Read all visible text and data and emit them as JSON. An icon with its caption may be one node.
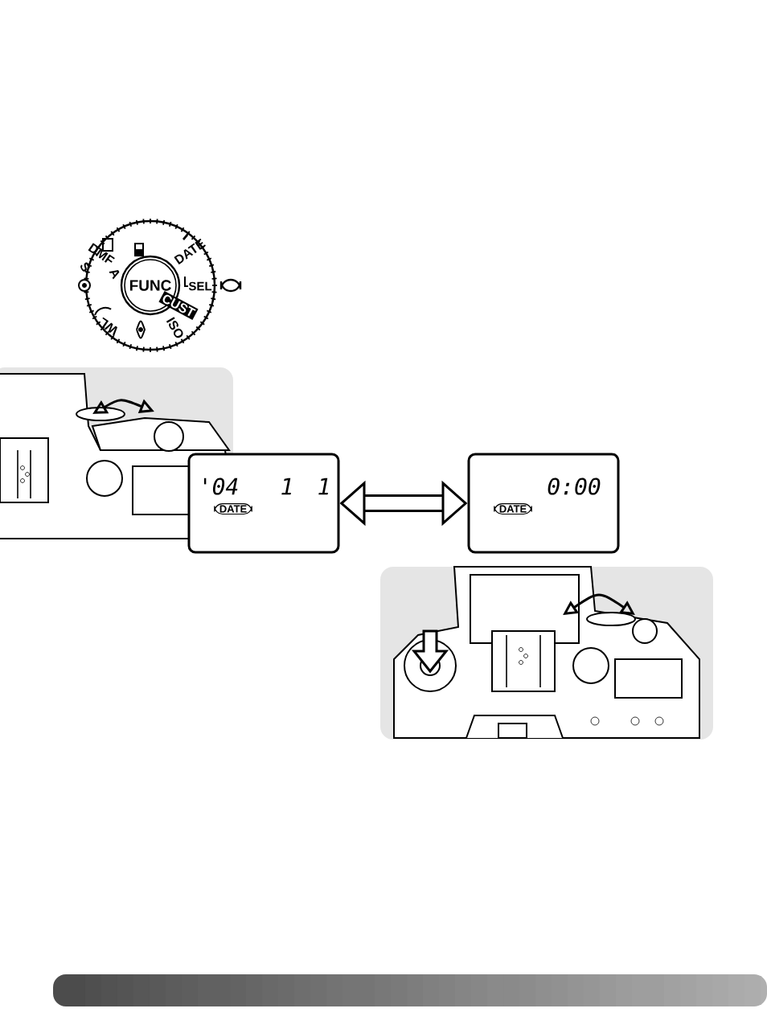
{
  "diagram": {
    "nodes": [
      {
        "text": [
          "'04",
          "1",
          "1",
          "DATE"
        ]
      },
      {
        "text": [
          "0:00",
          "DATE"
        ]
      }
    ],
    "edges": [
      {
        "from": 0,
        "to": 1,
        "arrow": "both"
      }
    ],
    "labels": [
      "DMF",
      "S",
      "A",
      "DATE",
      "FUNC",
      "SEL",
      "CUST",
      "WL",
      "ISO"
    ]
  }
}
